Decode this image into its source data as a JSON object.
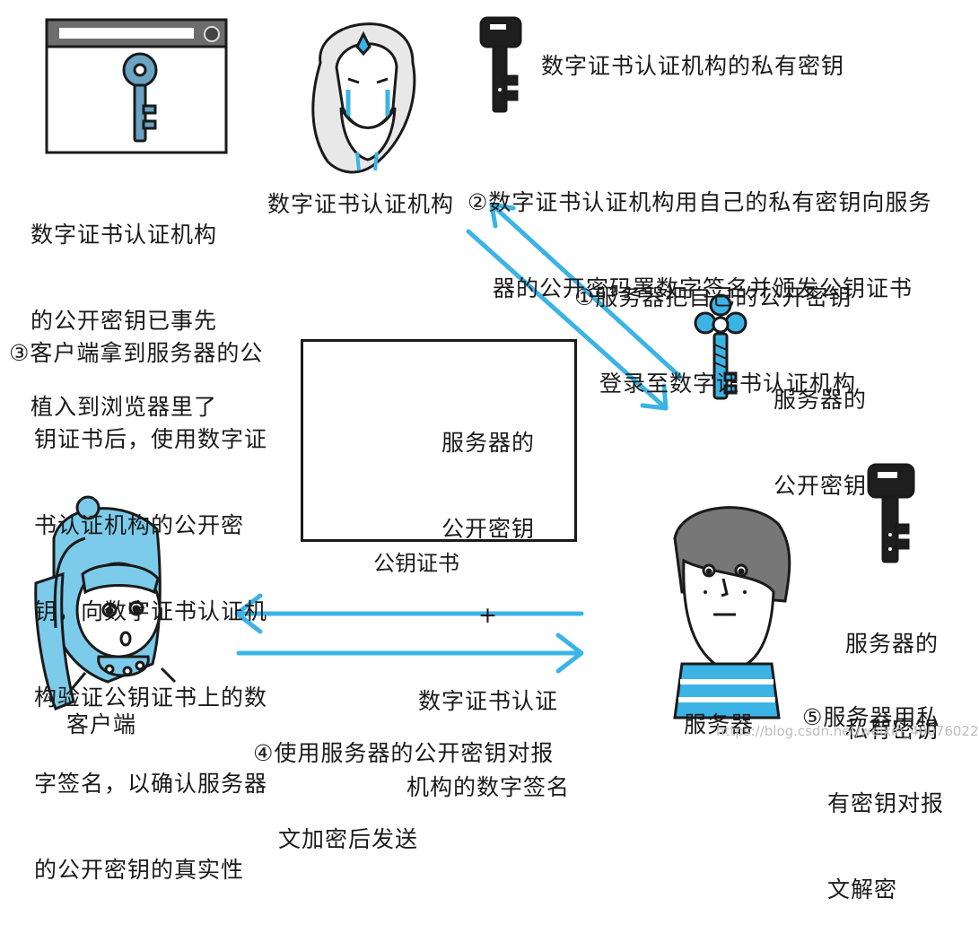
{
  "browser_note": [
    "数字证书认证机构",
    "的公开密钥已事先",
    "植入到浏览器里了"
  ],
  "ca_label": "数字证书认证机构",
  "ca_private_key_label": "数字证书认证机构的私有密钥",
  "step2": [
    "②数字证书认证机构用自己的私有密钥向服务",
    "器的公开密码署数字签名并颁发公钥证书"
  ],
  "step1": [
    "①服务器把自己的公开密钥",
    "登录至数字证书认证机构"
  ],
  "server_public_key_label": [
    "服务器的",
    "公开密钥"
  ],
  "step3": [
    "③客户端拿到服务器的公",
    "钥证书后，使用数字证",
    "书认证机构的公开密",
    "钥，向数字证书认证机",
    "构验证公钥证书上的数",
    "字签名，以确认服务器",
    "的公开密钥的真实性"
  ],
  "certificate": {
    "content": [
      "服务器的",
      "公开密钥",
      "+",
      "数字证书认证",
      "机构的数字签名"
    ],
    "caption": "公钥证书"
  },
  "server_private_key_label": [
    "服务器的",
    "私有密钥"
  ],
  "step5": [
    "⑤服务器用私",
    "有密钥对报",
    "文解密"
  ],
  "step4": [
    "④使用服务器的公开密钥对报",
    "文加密后发送"
  ],
  "client_label": "客户端",
  "server_label": "服务器",
  "watermark": "https://blog.csdn.net/weixin_40076022",
  "colors": {
    "accent_blue": "#3bb4e5",
    "light_blue": "#7ccbea",
    "key_dark": "#1e1e1e",
    "key_blue": "#6aa3c4"
  }
}
